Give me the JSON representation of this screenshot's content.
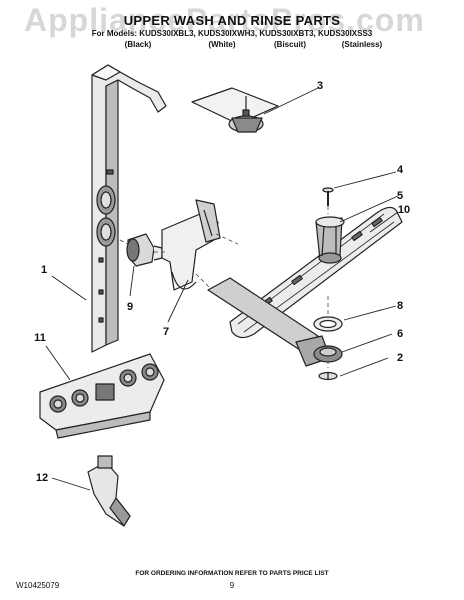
{
  "watermark": "AppliancePartsPros.com",
  "header": {
    "title": "UPPER WASH AND RINSE PARTS",
    "models": "For Models: KUDS30IXBL3, KUDS30IXWH3, KUDS30IXBT3, KUDS30IXSS3",
    "finishes": [
      "(Black)",
      "(White)",
      "(Biscuit)",
      "(Stainless)"
    ]
  },
  "callouts": [
    "1",
    "2",
    "3",
    "4",
    "5",
    "6",
    "7",
    "8",
    "9",
    "10",
    "11",
    "12"
  ],
  "footer": {
    "ordering_note": "FOR ORDERING INFORMATION REFER TO PARTS PRICE LIST",
    "doc_number": "W10425079",
    "page_number": "9"
  }
}
